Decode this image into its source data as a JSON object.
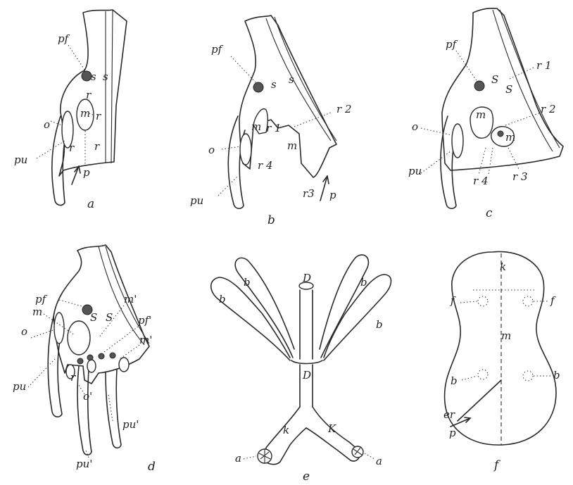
{
  "figures": {
    "a": {
      "caption": "a",
      "labels": {
        "pf": "pf",
        "s1": "s",
        "s2": "s",
        "r_top": "r",
        "m": "m",
        "r_mid": "r",
        "o": "o",
        "r_low1": "r",
        "r_low2": "r",
        "pu": "pu",
        "p": "p"
      }
    },
    "b": {
      "caption": "b",
      "labels": {
        "pf": "pf",
        "s1": "s",
        "s2": "s",
        "r2": "r 2",
        "m1": "m",
        "r1": "r 1",
        "m2": "m",
        "o": "o",
        "r4": "r 4",
        "pu": "pu",
        "r3": "r3",
        "p": "p"
      }
    },
    "c": {
      "caption": "c",
      "labels": {
        "pf": "pf",
        "s1": "S",
        "s2": "S",
        "r1": "r 1",
        "r2": "r 2",
        "m1": "m",
        "m2": "m",
        "o": "o",
        "pu": "pu",
        "r4": "r 4",
        "r3": "r 3"
      }
    },
    "d": {
      "caption": "d",
      "labels": {
        "pf": "pf",
        "m": "m",
        "s1": "S",
        "s2": "S",
        "m1": "m'",
        "pf1": "pf'",
        "m1b": "m'",
        "o": "o",
        "pu": "pu",
        "r": "r",
        "o1": "o'",
        "pu1a": "pu'",
        "pu1b": "pu'"
      }
    },
    "e": {
      "caption": "e",
      "labels": {
        "b1": "b",
        "b2": "b",
        "b3": "b",
        "b4": "b",
        "D1": "D",
        "D2": "D",
        "k1": "k",
        "k2": "K",
        "a1": "a",
        "a2": "a"
      }
    },
    "f": {
      "caption": "f",
      "labels": {
        "k": "k",
        "f1": "f",
        "f2": "f",
        "m": "m",
        "b1": "b",
        "b2": "b",
        "er": "er",
        "p": "p"
      }
    }
  }
}
